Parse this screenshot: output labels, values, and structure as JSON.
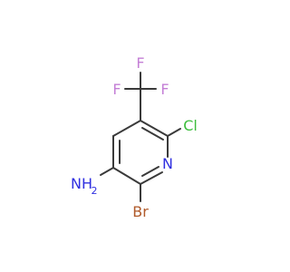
{
  "molecule": {
    "atoms": {
      "f_top": {
        "label": "F",
        "color": "#c47fd6"
      },
      "f_left": {
        "label": "F",
        "color": "#c47fd6"
      },
      "f_right": {
        "label": "F",
        "color": "#c47fd6"
      },
      "cl": {
        "label": "Cl",
        "color": "#3dbd3d"
      },
      "n": {
        "label": "N",
        "color": "#2f2fe0"
      },
      "br": {
        "label": "Br",
        "color": "#b05a2a"
      },
      "nh2": {
        "label": "NH",
        "color": "#2f2fe0"
      },
      "nh2_h": {
        "label": "2",
        "color": "#2f2fe0"
      }
    },
    "bond_color": "#3a3a3a"
  }
}
